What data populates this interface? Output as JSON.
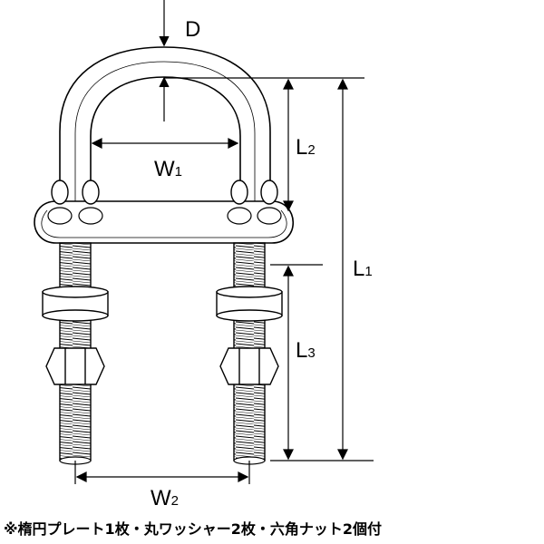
{
  "labels": {
    "D": "D",
    "W1": "W",
    "W1_sub": "1",
    "W2": "W",
    "W2_sub": "2",
    "L1": "L",
    "L1_sub": "1",
    "L2": "L",
    "L2_sub": "2",
    "L3": "L",
    "L3_sub": "3"
  },
  "caption": "※楕円プレート1枚・丸ワッシャー2枚・六角ナット2個付",
  "colors": {
    "line": "#000000",
    "fill": "#ffffff"
  }
}
